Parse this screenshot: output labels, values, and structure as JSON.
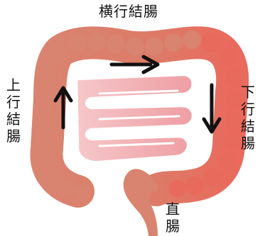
{
  "labels": {
    "transverse_colon": "横行結腸",
    "ascending_colon": "上行結腸",
    "descending_colon": "下行結腸",
    "rectum": "直腸"
  },
  "colors": {
    "colon_light": "#dc8a72",
    "colon_dark": "#c96a55",
    "colon_red": "#e86a5c",
    "small_intestine": "#f2b6b9",
    "arrow": "#111111"
  },
  "icons": [
    "arrow-right-icon",
    "arrow-up-icon",
    "arrow-down-icon"
  ]
}
